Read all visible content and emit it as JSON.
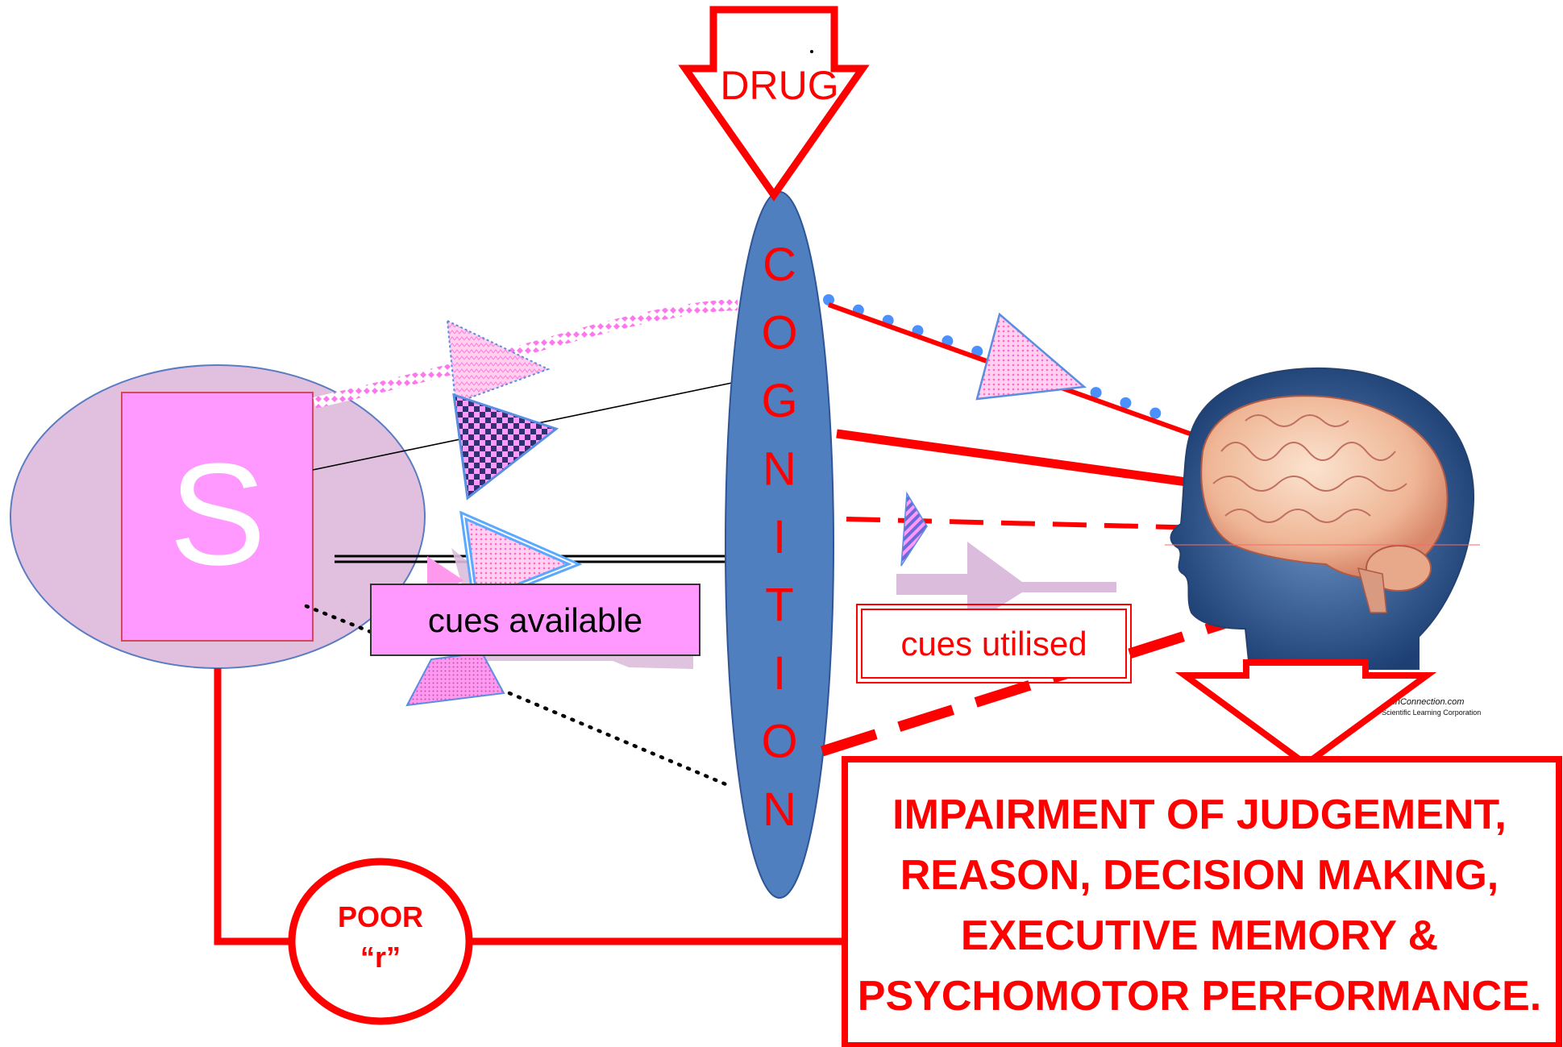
{
  "drug_label": "DRUG",
  "cognition_letters": [
    "C",
    "O",
    "G",
    "N",
    "I",
    "T",
    "I",
    "O",
    "N"
  ],
  "stimulus_letter": "S",
  "cues_available": "cues available",
  "cues_utilised": "cues utilised",
  "poor_r_line1": "POOR",
  "poor_r_line2": "“r”",
  "impairment_lines": [
    "IMPAIRMENT OF JUDGEMENT,",
    "REASON, DECISION MAKING,",
    "EXECUTIVE MEMORY &",
    "PSYCHOMOTOR PERFORMANCE."
  ],
  "brain_credit_line1": "www.BrainConnection.com",
  "brain_credit_line2": "©1999 Scientific Learning Corporation",
  "colors": {
    "red": "#ff0000",
    "cognition_fill": "#4f7fbf",
    "stimulus_ellipse": "#e0c0de",
    "stimulus_box": "#ff99ff",
    "pink": "#ff99ff",
    "light_mauve": "#dcbcdc"
  }
}
